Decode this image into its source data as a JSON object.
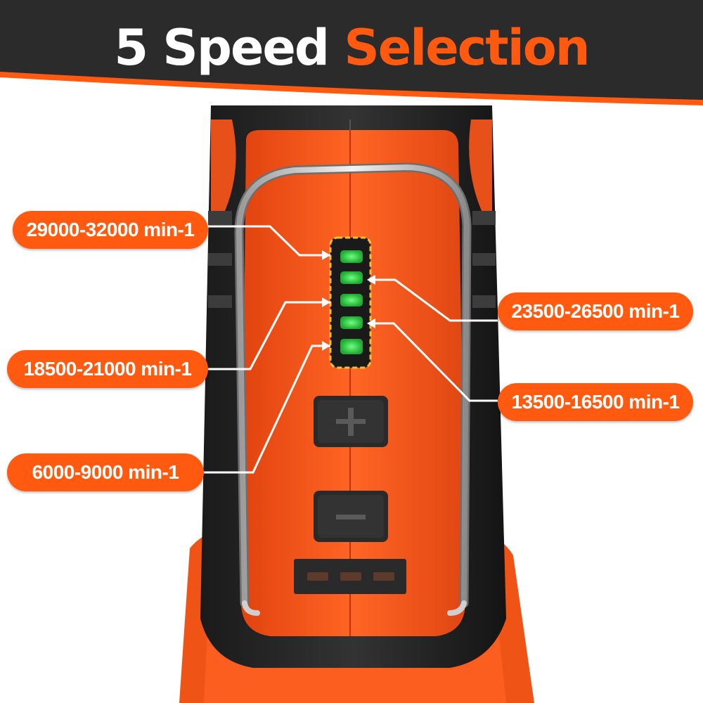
{
  "header": {
    "title_white": "5 Speed",
    "title_orange": "Selection"
  },
  "callouts": [
    {
      "id": "speed-5",
      "label": "29000-32000 min-1"
    },
    {
      "id": "speed-4",
      "label": "23500-26500 min-1"
    },
    {
      "id": "speed-3",
      "label": "18500-21000 min-1"
    },
    {
      "id": "speed-2",
      "label": "13500-16500 min-1"
    },
    {
      "id": "speed-1",
      "label": "6000-9000 min-1"
    }
  ],
  "colors": {
    "brand_orange": "#ff5a10",
    "header_dark": "#2b2b2b",
    "tool_orange": "#f4561a",
    "led_green": "#2fd14a",
    "led_outline": "#f2c233"
  },
  "icons": [
    "plus-icon",
    "minus-icon",
    "led-indicator-icon"
  ]
}
